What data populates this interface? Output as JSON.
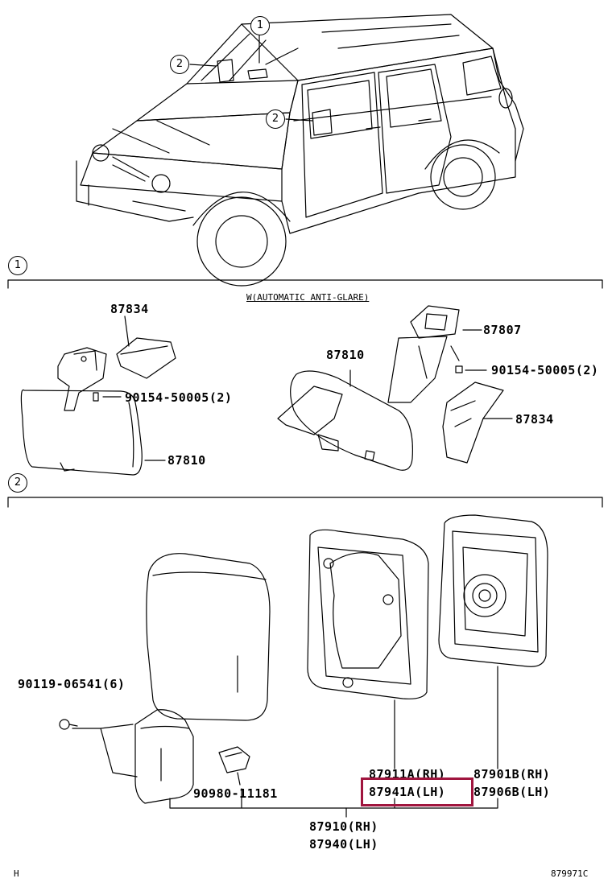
{
  "section1": {
    "badge": "1",
    "note": "W(AUTOMATIC ANTI-GLARE)"
  },
  "section2": {
    "badge": "2"
  },
  "car_callouts": [
    "1",
    "2",
    "2"
  ],
  "parts": {
    "p87834_a": "87834",
    "p87810_b": "87810",
    "p87807": "87807",
    "p90154_b": "90154-50005(2)",
    "p87834_b": "87834",
    "p90154_a": "90154-50005(2)",
    "p87810_a": "87810",
    "p90119": "90119-06541(6)",
    "p90980": "90980-11181",
    "p87911": "87911A(RH)",
    "p87941": "87941A(LH)",
    "p87901": "87901B(RH)",
    "p87906": "87906B(LH)",
    "p87910": "87910(RH)",
    "p87940": "87940(LH)"
  },
  "highlight": {
    "part": "87941A(LH)",
    "color": "#a0153e"
  },
  "footer": {
    "left": "H",
    "right": "879971C"
  }
}
